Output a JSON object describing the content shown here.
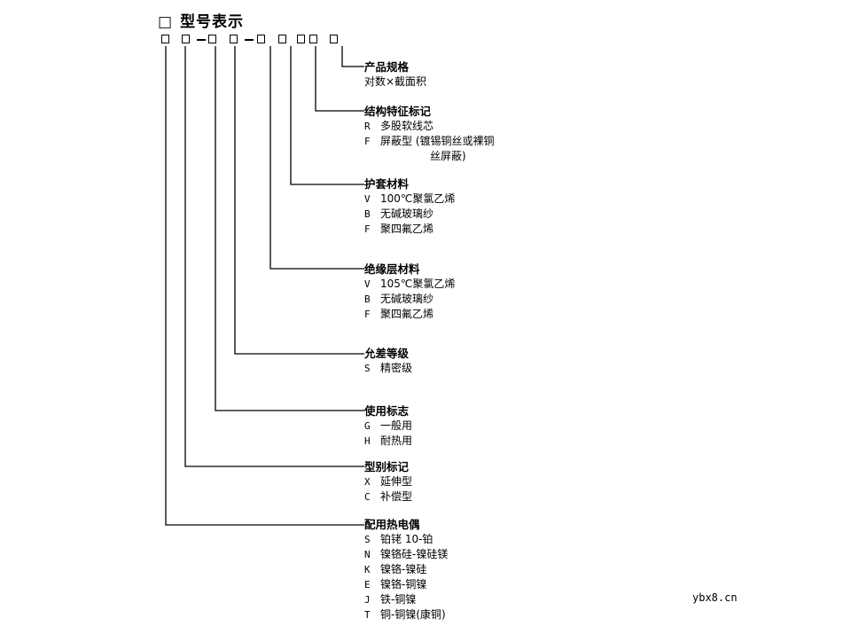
{
  "title": {
    "box": "□",
    "text": "型号表示"
  },
  "groups": [
    {
      "heading": "产品规格",
      "options": [
        {
          "code": "",
          "text": "对数×截面积"
        }
      ]
    },
    {
      "heading": "结构特征标记",
      "options": [
        {
          "code": "R",
          "text": "多股软线芯"
        },
        {
          "code": "F",
          "text": "屏蔽型 (镀锡铜丝或裸铜"
        },
        {
          "code": "",
          "text": "丝屏蔽)",
          "cont": true
        }
      ]
    },
    {
      "heading": "护套材料",
      "options": [
        {
          "code": "V",
          "text": "100℃聚氯乙烯"
        },
        {
          "code": "B",
          "text": "无碱玻璃纱"
        },
        {
          "code": "F",
          "text": "聚四氟乙烯"
        }
      ]
    },
    {
      "heading": "绝缘层材料",
      "options": [
        {
          "code": "V",
          "text": "105℃聚氯乙烯"
        },
        {
          "code": "B",
          "text": "无碱玻璃纱"
        },
        {
          "code": "F",
          "text": "聚四氟乙烯"
        }
      ]
    },
    {
      "heading": "允差等级",
      "options": [
        {
          "code": "S",
          "text": "精密级"
        }
      ]
    },
    {
      "heading": "使用标志",
      "options": [
        {
          "code": "G",
          "text": "一般用"
        },
        {
          "code": "H",
          "text": "耐热用"
        }
      ]
    },
    {
      "heading": "型别标记",
      "options": [
        {
          "code": "X",
          "text": "延伸型"
        },
        {
          "code": "C",
          "text": "补偿型"
        }
      ]
    },
    {
      "heading": "配用热电偶",
      "options": [
        {
          "code": "S",
          "text": "铂铑 10-铂"
        },
        {
          "code": "N",
          "text": "镍铬硅-镍硅镁"
        },
        {
          "code": "K",
          "text": "镍铬-镍硅"
        },
        {
          "code": "E",
          "text": "镍铬-铜镍"
        },
        {
          "code": "J",
          "text": "铁-铜镍"
        },
        {
          "code": "T",
          "text": "铜-铜镍(康铜)"
        }
      ]
    }
  ],
  "watermark": "ybx8.cn"
}
